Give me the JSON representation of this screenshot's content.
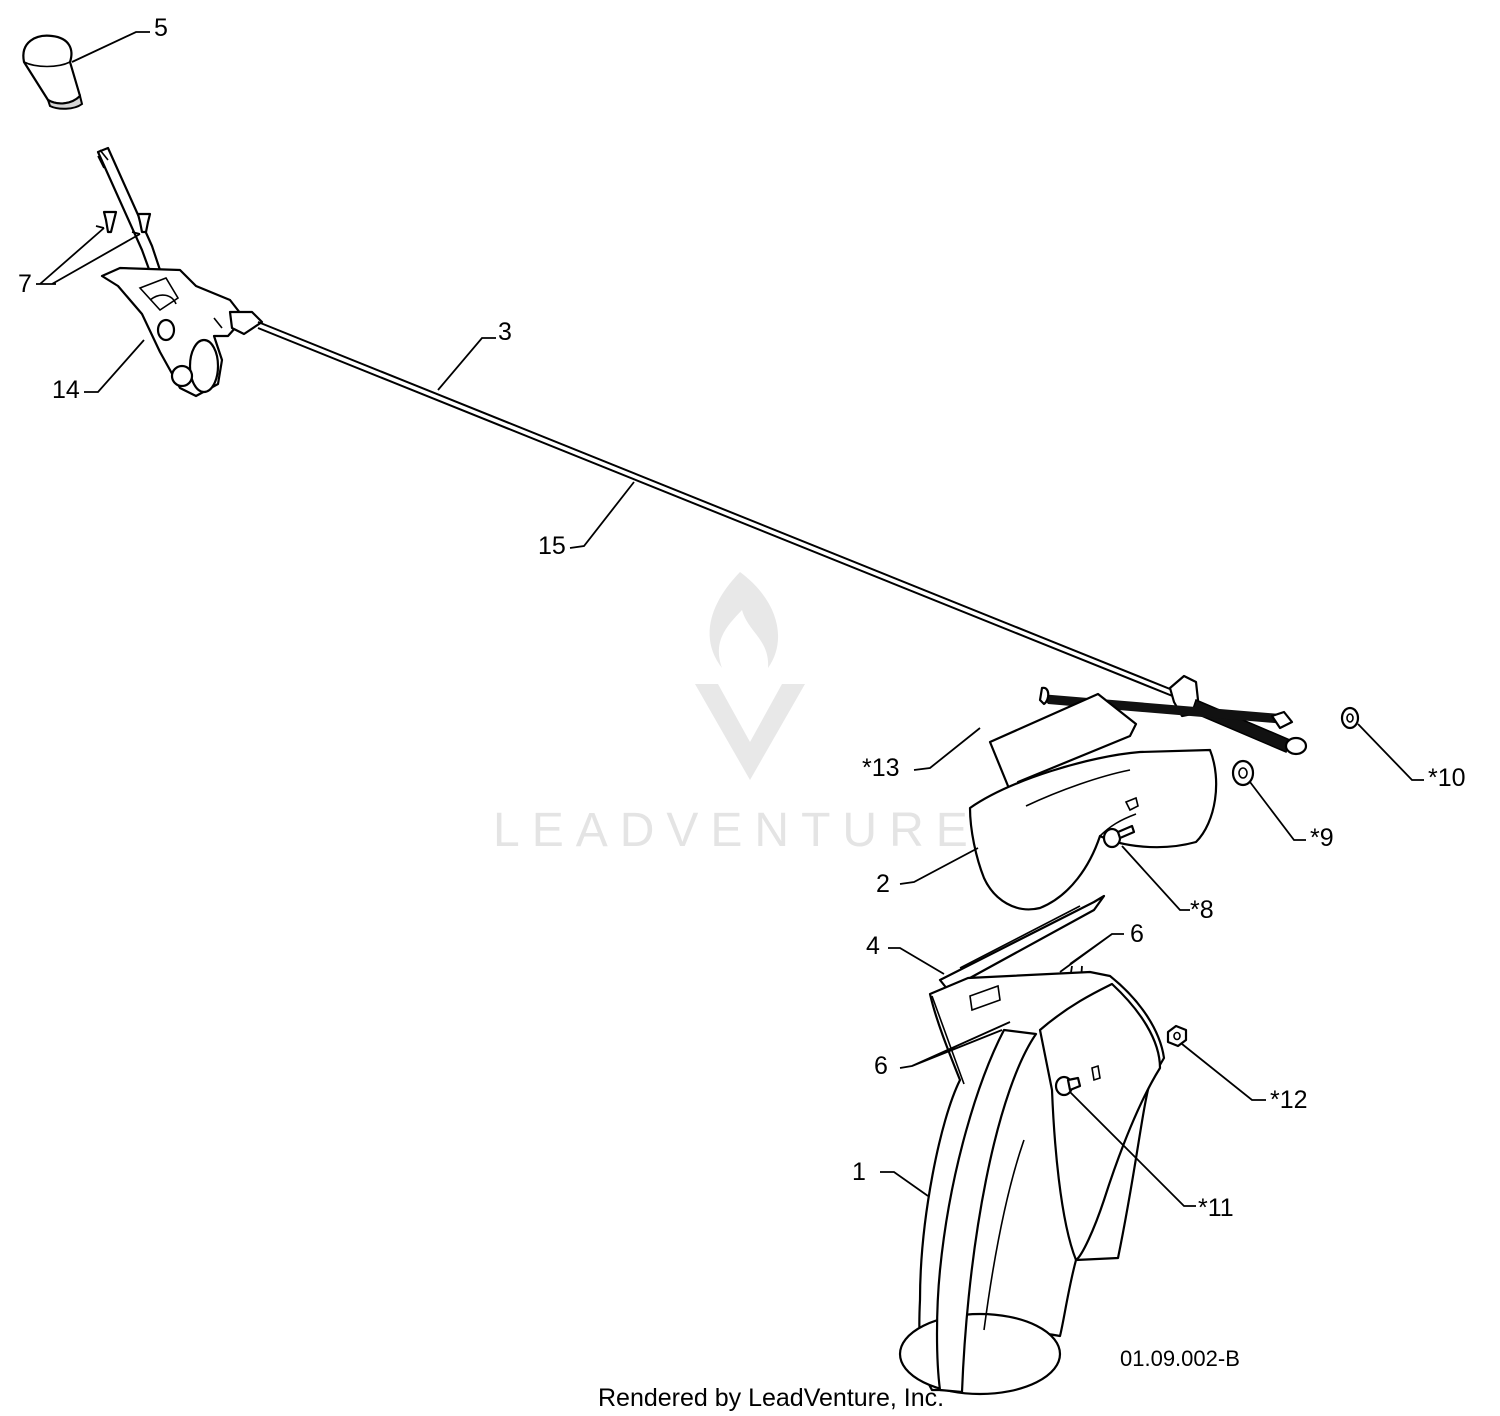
{
  "diagram": {
    "callouts": [
      {
        "id": "5",
        "text": "5"
      },
      {
        "id": "7",
        "text": "7"
      },
      {
        "id": "3",
        "text": "3"
      },
      {
        "id": "14",
        "text": "14"
      },
      {
        "id": "15",
        "text": "15"
      },
      {
        "id": "13",
        "text": "*13"
      },
      {
        "id": "10",
        "text": "*10"
      },
      {
        "id": "9",
        "text": "*9"
      },
      {
        "id": "2",
        "text": "2"
      },
      {
        "id": "8",
        "text": "*8"
      },
      {
        "id": "4",
        "text": "4"
      },
      {
        "id": "6a",
        "text": "6"
      },
      {
        "id": "6b",
        "text": "6"
      },
      {
        "id": "12",
        "text": "*12"
      },
      {
        "id": "1",
        "text": "1"
      },
      {
        "id": "11",
        "text": "*11"
      }
    ],
    "drawing_number": "01.09.002-B",
    "credit": "Rendered by LeadVenture, Inc.",
    "watermark": "LEADVENTURE"
  }
}
